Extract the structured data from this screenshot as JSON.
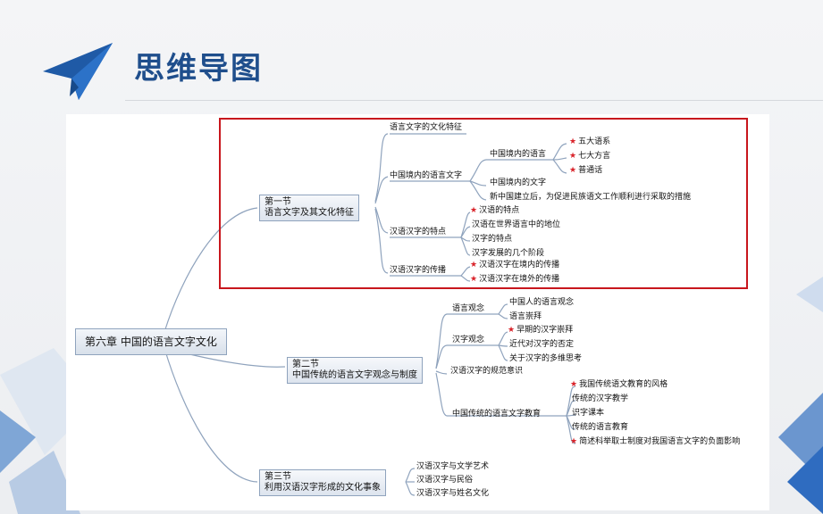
{
  "slide": {
    "title": "思维导图"
  },
  "colors": {
    "accent": "#1f4e8c",
    "highlight": "#c8161d",
    "star": "#d9232a"
  },
  "mindmap": {
    "root": "第六章  中国的语言文字文化",
    "sec1": {
      "title_l1": "第一节",
      "title_l2": "语言文字及其文化特征",
      "b1": "语言文字的文化特征",
      "b2": "中国境内的语言文字",
      "b2_1": "中国境内的语言",
      "b2_1_a": "五大语系",
      "b2_1_b": "七大方言",
      "b2_1_c": "普通话",
      "b2_2": "中国境内的文字",
      "b2_3": "新中国建立后，为促进民族语文工作顺利进行采取的措施",
      "b3": "汉语汉字的特点",
      "b3_a": "汉语的特点",
      "b3_b": "汉语在世界语言中的地位",
      "b3_c": "汉字的特点",
      "b3_d": "汉字发展的几个阶段",
      "b4": "汉语汉字的传播",
      "b4_a": "汉语汉字在境内的传播",
      "b4_b": "汉语汉字在境外的传播"
    },
    "sec2": {
      "title_l1": "第二节",
      "title_l2": "中国传统的语言文字观念与制度",
      "c1": "语言观念",
      "c1_a": "中国人的语言观念",
      "c1_b": "语言崇拜",
      "c2": "汉字观念",
      "c2_a": "早期的汉字崇拜",
      "c2_b": "近代对汉字的否定",
      "c2_c": "关于汉字的多维思考",
      "c3": "汉语汉字的规范意识",
      "c4": "中国传统的语言文字教育",
      "c4_a": "我国传统语文教育的风格",
      "c4_b": "传统的汉字教学",
      "c4_c": "识字课本",
      "c4_d": "传统的语言教育",
      "c4_e": "简述科举取士制度对我国语言文字的负面影响"
    },
    "sec3": {
      "title_l1": "第三节",
      "title_l2": "利用汉语汉字形成的文化事象",
      "d1": "汉语汉字与文学艺术",
      "d2": "汉语汉字与民俗",
      "d3": "汉语汉字与姓名文化"
    }
  },
  "icons": {
    "logo": "paper-plane-icon",
    "marker": "star-icon"
  }
}
